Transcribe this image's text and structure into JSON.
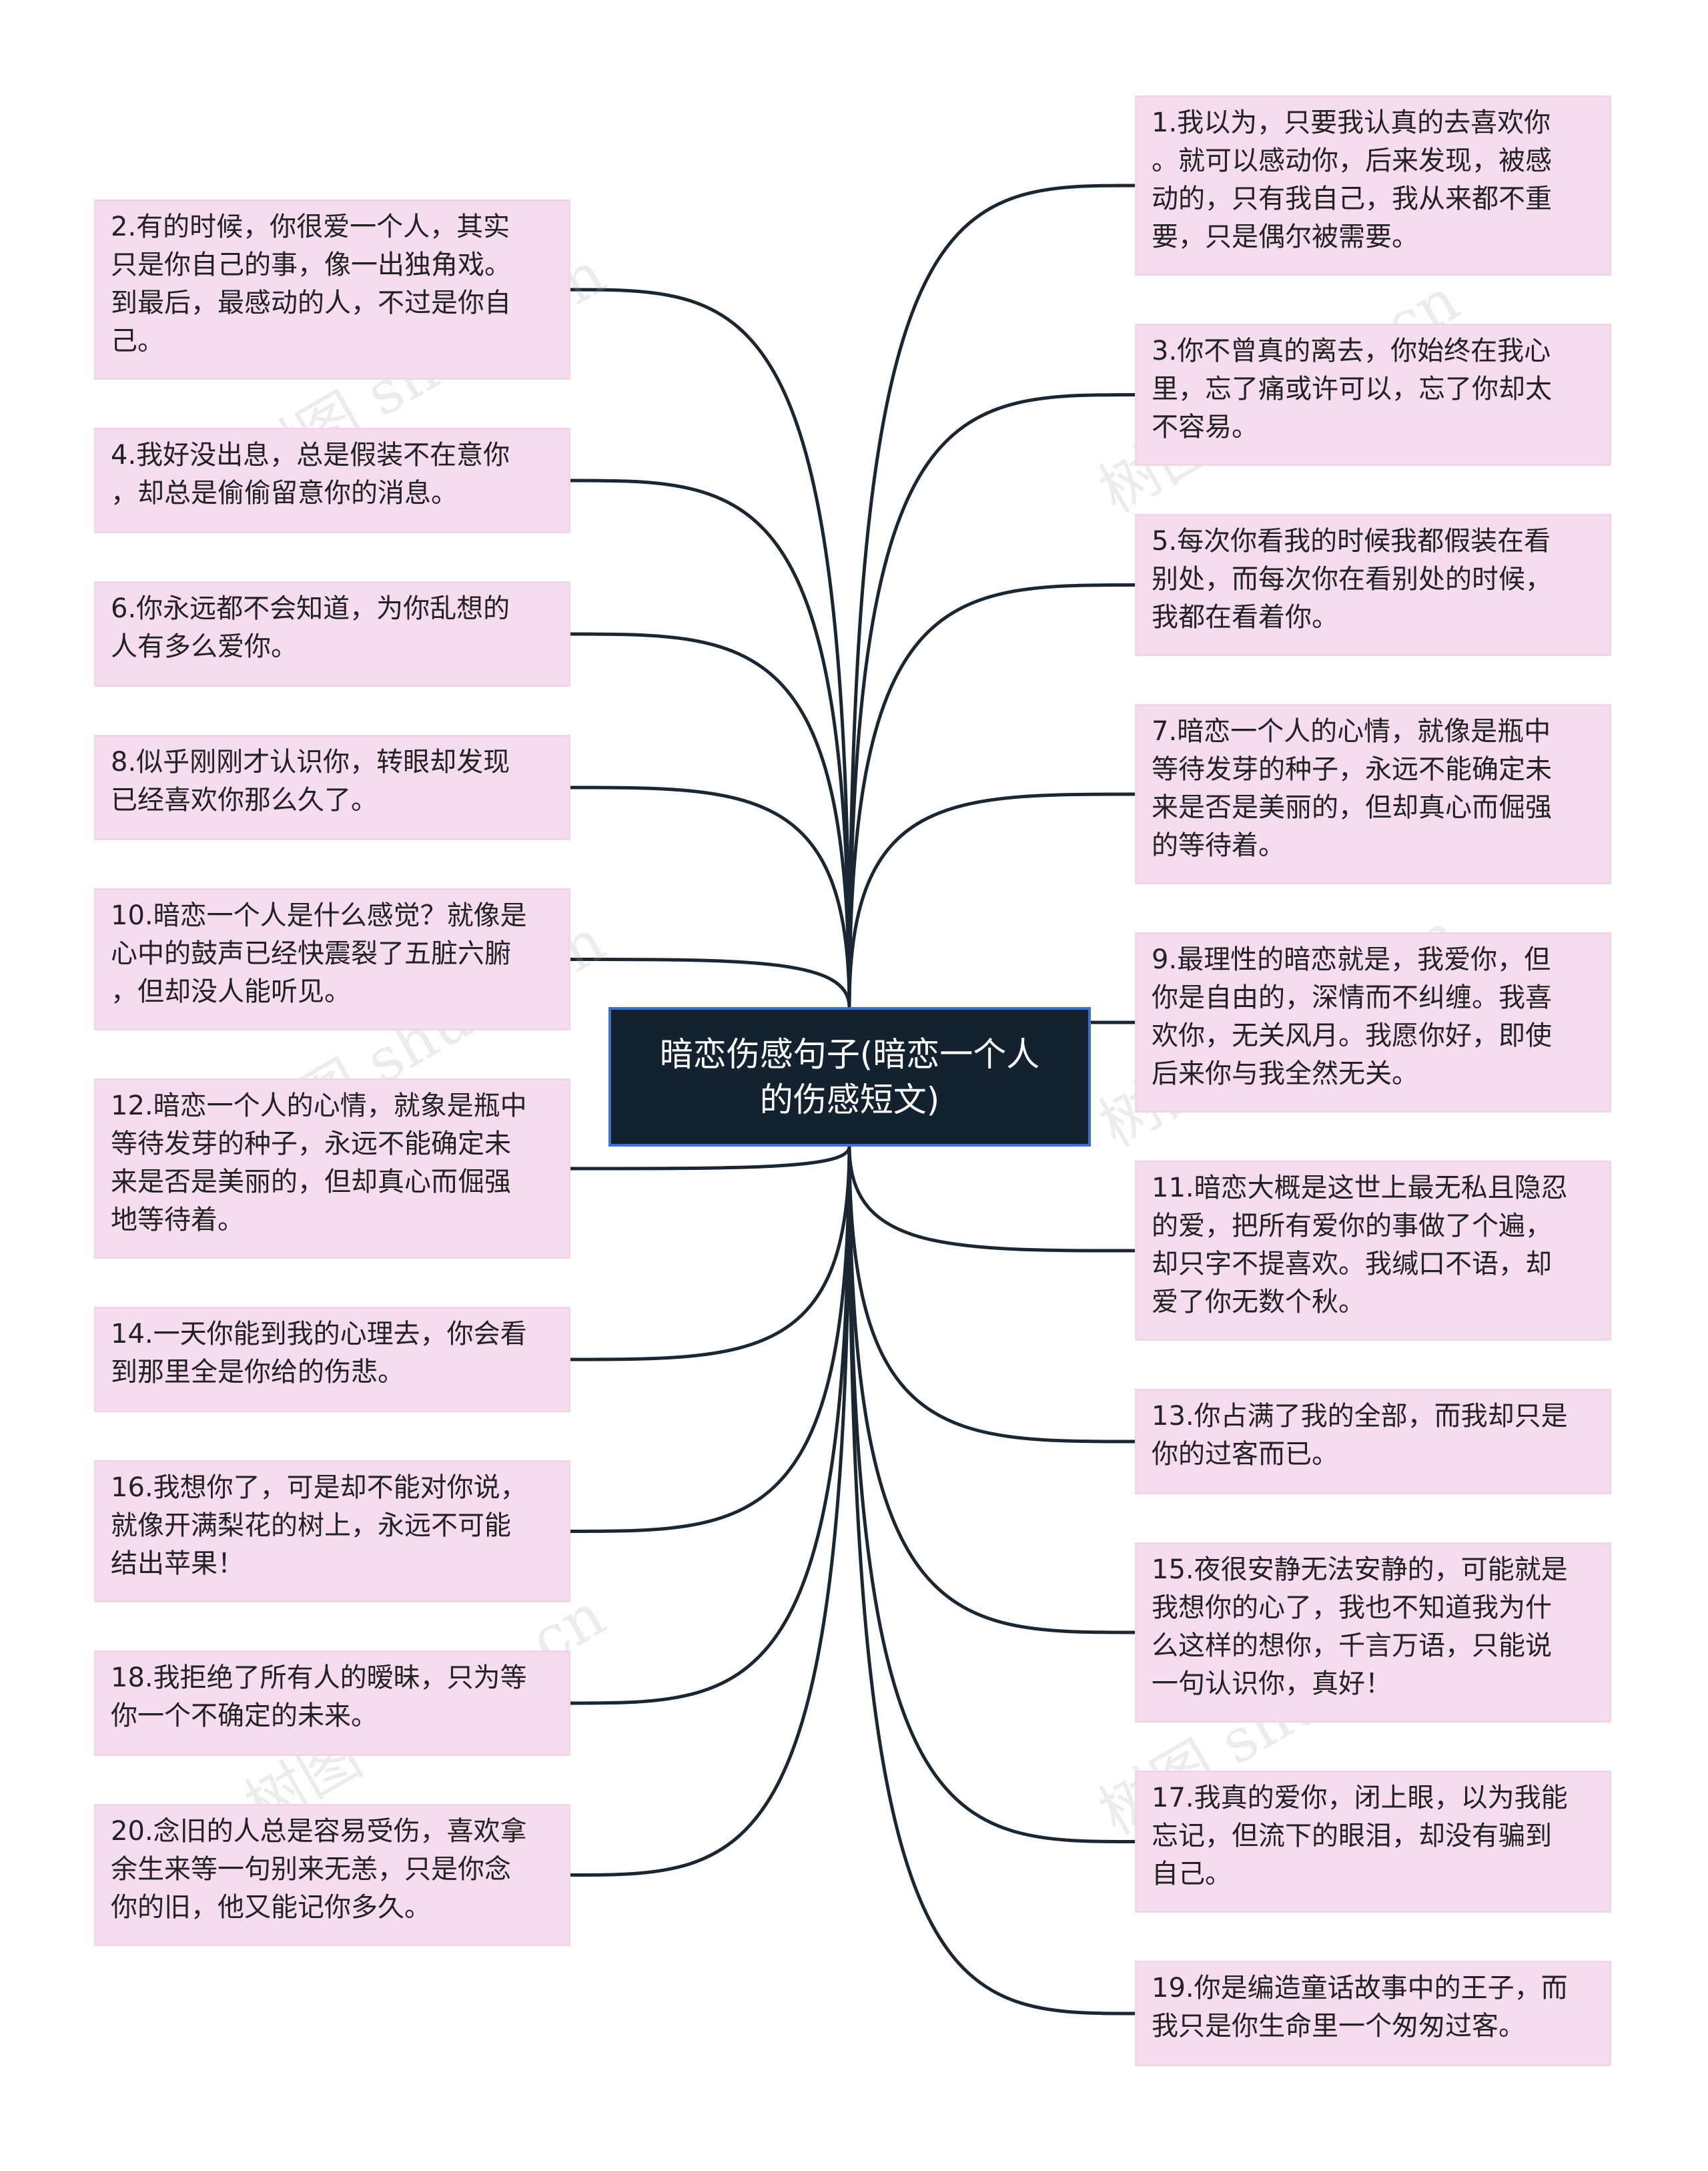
{
  "root": {
    "title": "暗恋伤感句子(暗恋一个人\n的伤感短文)"
  },
  "watermark": "树图 shutu.cn",
  "colors": {
    "line": "#1a2733",
    "node_bg": "#f6dcef",
    "root_bg": "#14212e",
    "root_border": "#3c6fd0"
  },
  "left_nodes": [
    {
      "id": "2",
      "text": "2.有的时候，你很爱一个人，其实\n只是你自己的事，像一出独角戏。\n到最后，最感动的人，不过是你自\n己。"
    },
    {
      "id": "4",
      "text": "4.我好没出息，总是假装不在意你\n，却总是偷偷留意你的消息。"
    },
    {
      "id": "6",
      "text": "6.你永远都不会知道，为你乱想的\n人有多么爱你。"
    },
    {
      "id": "8",
      "text": "8.似乎刚刚才认识你，转眼却发现\n已经喜欢你那么久了。"
    },
    {
      "id": "10",
      "text": "10.暗恋一个人是什么感觉？就像是\n心中的鼓声已经快震裂了五脏六腑\n，但却没人能听见。"
    },
    {
      "id": "12",
      "text": "12.暗恋一个人的心情，就象是瓶中\n等待发芽的种子，永远不能确定未\n来是否是美丽的，但却真心而倔强\n地等待着。"
    },
    {
      "id": "14",
      "text": "14.一天你能到我的心理去，你会看\n到那里全是你给的伤悲。"
    },
    {
      "id": "16",
      "text": "16.我想你了，可是却不能对你说，\n就像开满梨花的树上，永远不可能\n结出苹果！"
    },
    {
      "id": "18",
      "text": "18.我拒绝了所有人的暧昧，只为等\n你一个不确定的未来。"
    },
    {
      "id": "20",
      "text": "20.念旧的人总是容易受伤，喜欢拿\n余生来等一句别来无恙，只是你念\n你的旧，他又能记你多久。"
    }
  ],
  "right_nodes": [
    {
      "id": "1",
      "text": "1.我以为，只要我认真的去喜欢你\n。就可以感动你，后来发现，被感\n动的，只有我自己，我从来都不重\n要，只是偶尔被需要。"
    },
    {
      "id": "3",
      "text": "3.你不曾真的离去，你始终在我心\n里，忘了痛或许可以，忘了你却太\n不容易。"
    },
    {
      "id": "5",
      "text": "5.每次你看我的时候我都假装在看\n别处，而每次你在看别处的时候，\n我都在看着你。"
    },
    {
      "id": "7",
      "text": "7.暗恋一个人的心情，就像是瓶中\n等待发芽的种子，永远不能确定未\n来是否是美丽的，但却真心而倔强\n的等待着。"
    },
    {
      "id": "9",
      "text": "9.最理性的暗恋就是，我爱你，但\n你是自由的，深情而不纠缠。我喜\n欢你，无关风月。我愿你好，即使\n后来你与我全然无关。"
    },
    {
      "id": "11",
      "text": "11.暗恋大概是这世上最无私且隐忍\n的爱，把所有爱你的事做了个遍，\n却只字不提喜欢。我缄口不语，却\n爱了你无数个秋。"
    },
    {
      "id": "13",
      "text": "13.你占满了我的全部，而我却只是\n你的过客而已。"
    },
    {
      "id": "15",
      "text": "15.夜很安静无法安静的，可能就是\n我想你的心了，我也不知道我为什\n么这样的想你，千言万语，只能说\n一句认识你，真好！"
    },
    {
      "id": "17",
      "text": "17.我真的爱你，闭上眼，以为我能\n忘记，但流下的眼泪，却没有骗到\n自己。"
    },
    {
      "id": "19",
      "text": "19.你是编造童话故事中的王子，而\n我只是你生命里一个匆匆过客。"
    }
  ]
}
